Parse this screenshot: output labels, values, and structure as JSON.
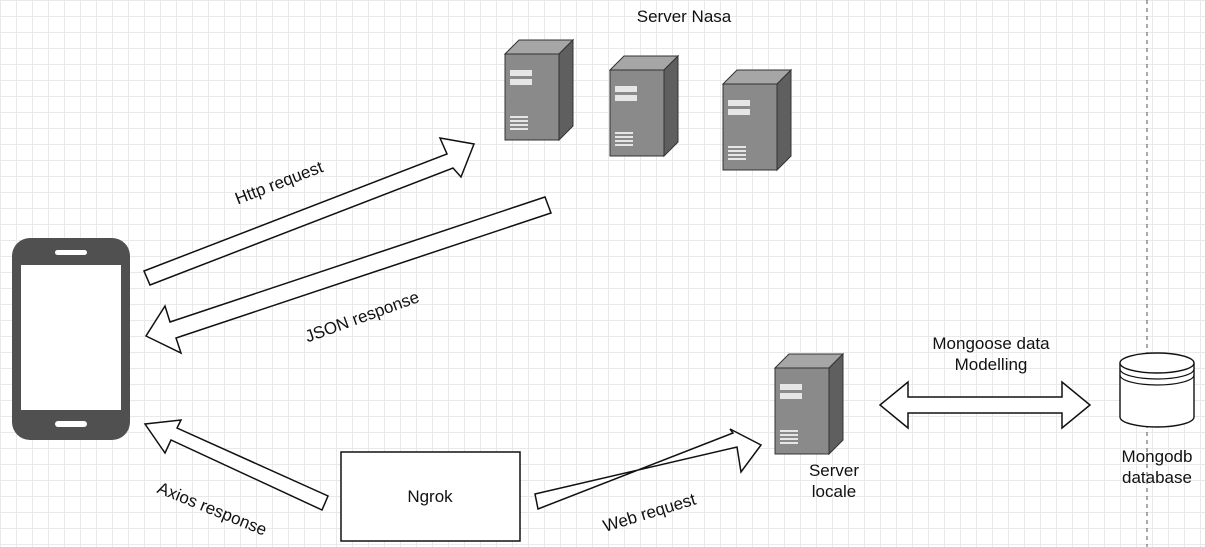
{
  "labels": {
    "server_nasa": "Server Nasa",
    "http_request": "Http request",
    "json_response": "JSON response",
    "axios_response": "Axios response",
    "web_request": "Web request",
    "ngrok": "Ngrok",
    "server_locale_1": "Server",
    "server_locale_2": "locale",
    "mongoose_1": "Mongoose data",
    "mongoose_2": "Modelling",
    "mongodb_1": "Mongodb",
    "mongodb_2": "database"
  },
  "icons": {
    "phone": "smartphone-icon",
    "server": "server-tower-icon",
    "database": "database-cylinder-icon"
  },
  "colors": {
    "grid": "#e9e9e9",
    "stroke": "#111111",
    "phone": "#505050",
    "server_dark": "#5f5f5f",
    "server_mid": "#8a8a8a",
    "server_light": "#b7b7b7",
    "boundary": "#555555"
  }
}
